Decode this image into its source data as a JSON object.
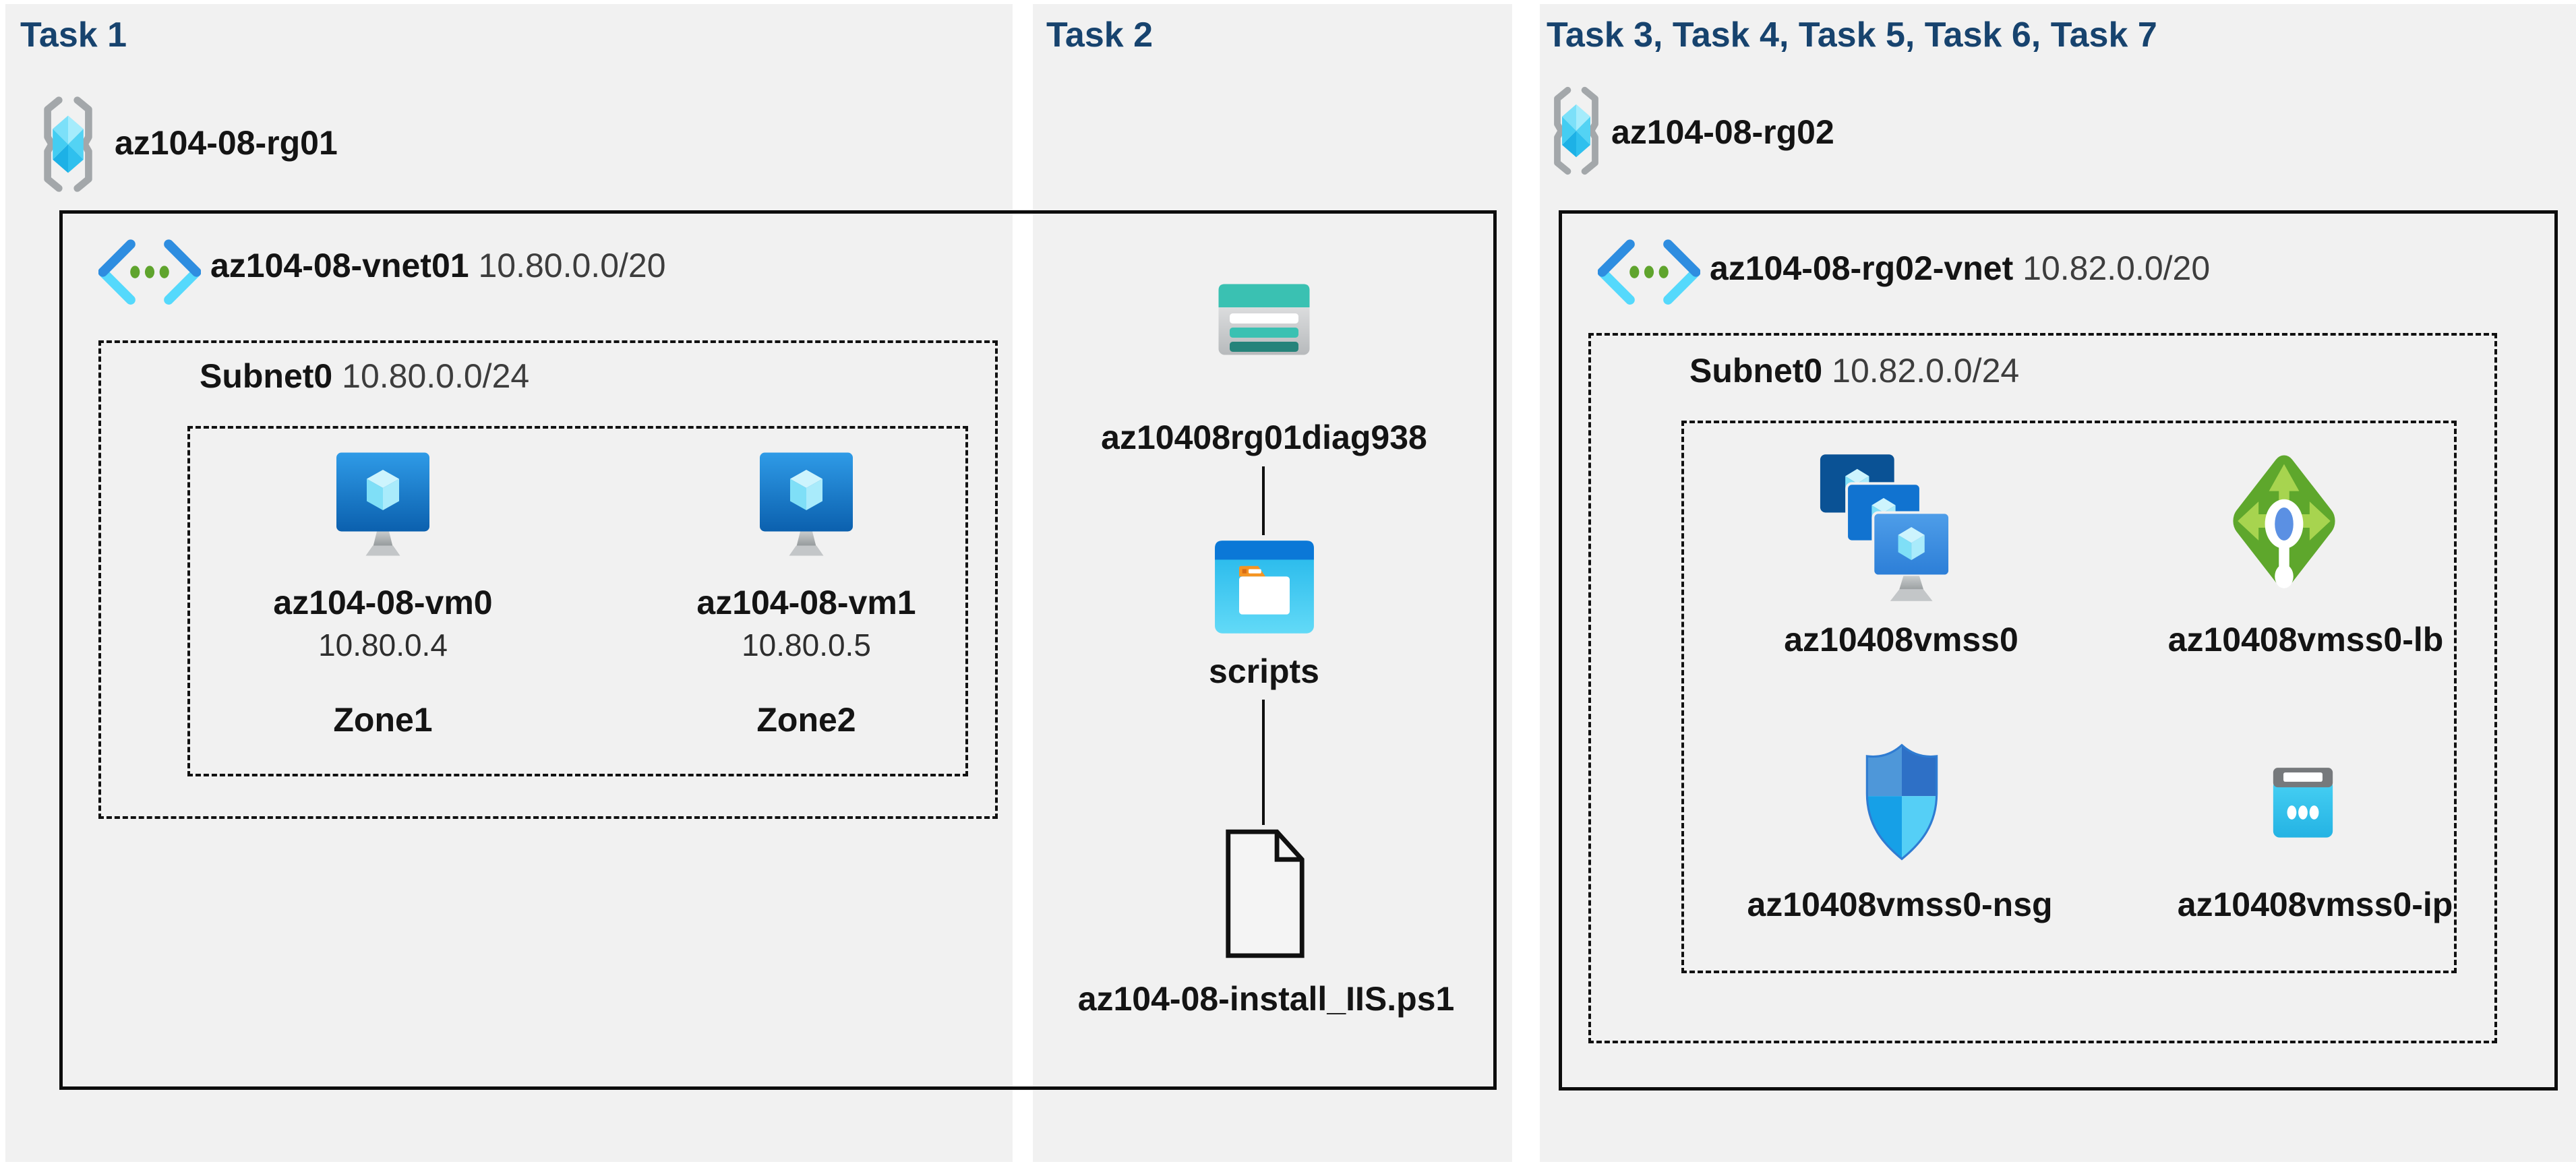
{
  "task1": {
    "header": "Task 1",
    "resource_group": "az104-08-rg01",
    "vnet_name": "az104-08-vnet01",
    "vnet_cidr": "10.80.0.0/20",
    "subnet_name": "Subnet0",
    "subnet_cidr": "10.80.0.0/24",
    "vms": [
      {
        "name": "az104-08-vm0",
        "ip": "10.80.0.4",
        "zone": "Zone1"
      },
      {
        "name": "az104-08-vm1",
        "ip": "10.80.0.5",
        "zone": "Zone2"
      }
    ]
  },
  "task2": {
    "header": "Task 2",
    "storage_account": "az10408rg01diag938",
    "container": "scripts",
    "script_file": "az104-08-install_IIS.ps1"
  },
  "task3": {
    "header": "Task 3, Task 4, Task 5, Task 6, Task 7",
    "resource_group": "az104-08-rg02",
    "vnet_name": "az104-08-rg02-vnet",
    "vnet_cidr": "10.82.0.0/20",
    "subnet_name": "Subnet0",
    "subnet_cidr": "10.82.0.0/24",
    "resources": [
      {
        "name": "az10408vmss0",
        "type": "vm-scale-set"
      },
      {
        "name": "az10408vmss0-lb",
        "type": "load-balancer"
      },
      {
        "name": "az10408vmss0-nsg",
        "type": "network-security-group"
      },
      {
        "name": "az10408vmss0-ip",
        "type": "public-ip"
      }
    ]
  },
  "colors": {
    "header_text": "#17436e",
    "panel_bg": "#f1f1f1",
    "page_bg": "#ffffff",
    "outline": "#0d0d0d",
    "vnet_blue": "#2e8de0",
    "vnet_cyan": "#55d9fc",
    "vnet_green": "#5fa42d",
    "storage_teal": "#3ac1b2",
    "lb_green": "#5ea72c",
    "ip_cyan": "#35c3ea"
  }
}
